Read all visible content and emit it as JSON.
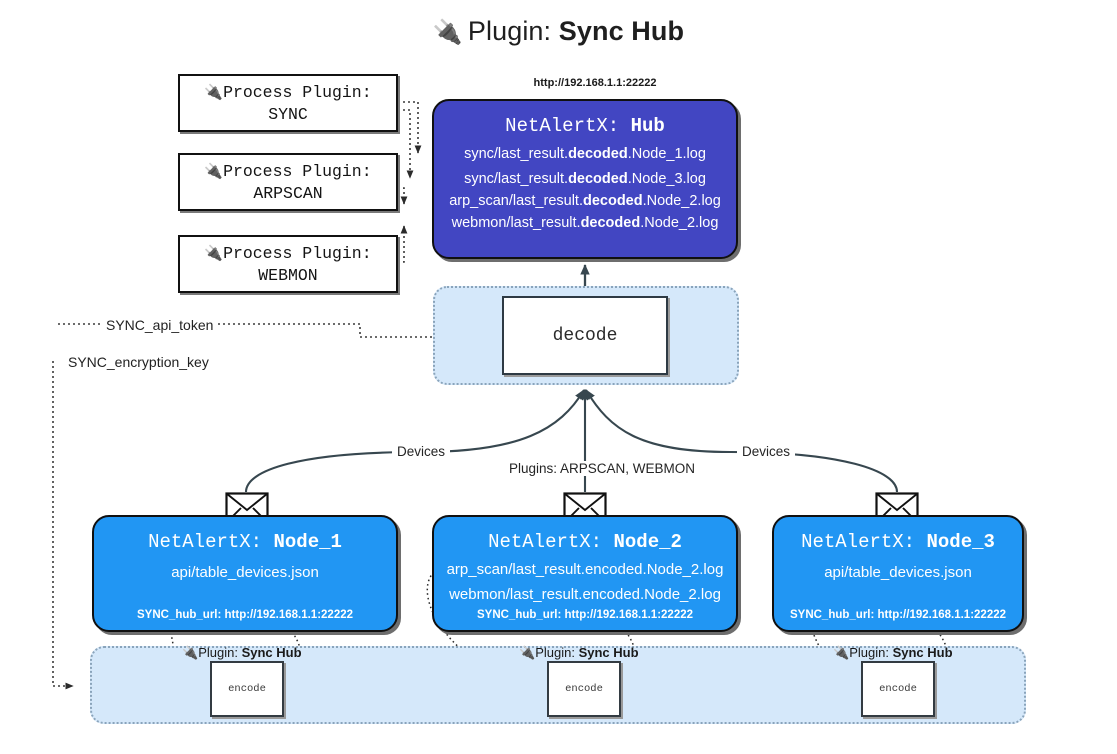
{
  "title": {
    "icon": "plug-icon",
    "prefix": "Plugin:",
    "name": "Sync Hub"
  },
  "process_plugins": [
    {
      "icon": "plug-icon",
      "line1": "Process Plugin:",
      "line2": "SYNC"
    },
    {
      "icon": "plug-icon",
      "line1": "Process Plugin:",
      "line2": "ARPSCAN"
    },
    {
      "icon": "plug-icon",
      "line1": "Process Plugin:",
      "line2": "WEBMON"
    }
  ],
  "hub": {
    "url": "http://192.168.1.1:22222",
    "title_prefix": "NetAlertX:",
    "title_name": "Hub",
    "logs": [
      {
        "pre": "sync/last_result.",
        "em": "decoded",
        "post": ".Node_1.log"
      },
      {
        "pre": "sync/last_result.",
        "em": "decoded",
        "post": ".Node_3.log"
      },
      {
        "pre": "arp_scan/last_result.",
        "em": "decoded",
        "post": ".Node_2.log"
      },
      {
        "pre": "webmon/last_result.",
        "em": "decoded",
        "post": ".Node_2.log"
      }
    ]
  },
  "decode": {
    "label": "decode"
  },
  "keys": {
    "api_token": "SYNC_api_token",
    "encryption_key": "SYNC_encryption_key"
  },
  "edge_labels": {
    "devices_left": "Devices",
    "devices_right": "Devices",
    "plugins_mid": "Plugins: ARPSCAN, WEBMON"
  },
  "nodes": [
    {
      "title_prefix": "NetAlertX:",
      "title_name": "Node_1",
      "lines": [
        "api/table_devices.json"
      ],
      "footer": "SYNC_hub_url: http://192.168.1.1:22222"
    },
    {
      "title_prefix": "NetAlertX:",
      "title_name": "Node_2",
      "lines": [
        "arp_scan/last_result.encoded.Node_2.log",
        "webmon/last_result.encoded.Node_2.log"
      ],
      "footer": "SYNC_hub_url: http://192.168.1.1:22222"
    },
    {
      "title_prefix": "NetAlertX:",
      "title_name": "Node_3",
      "lines": [
        "api/table_devices.json"
      ],
      "footer": "SYNC_hub_url: http://192.168.1.1:22222"
    }
  ],
  "plugin_zone": {
    "caption_prefix": "Plugin:",
    "caption_name": "Sync Hub",
    "encode_label": "encode"
  },
  "colors": {
    "hub_fill": "#4246c2",
    "node_fill": "#2196f3",
    "zone_fill": "#d5e8fa",
    "zone_border": "#8aa4bb",
    "stroke": "#101010",
    "page_bg": "#ffffff"
  }
}
